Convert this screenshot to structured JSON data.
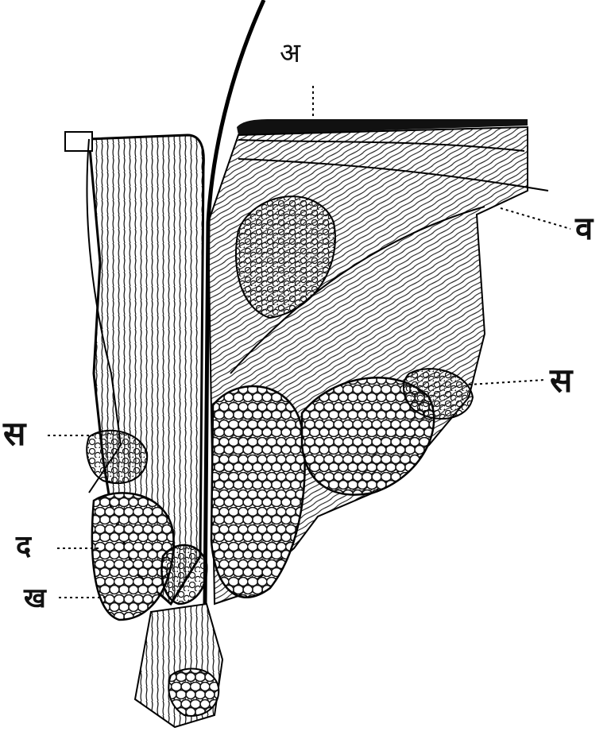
{
  "figure": {
    "labels": {
      "a": "अ",
      "va": "व",
      "sa_right": "स",
      "sa_left": "स",
      "da": "द",
      "kha": "ख"
    }
  }
}
